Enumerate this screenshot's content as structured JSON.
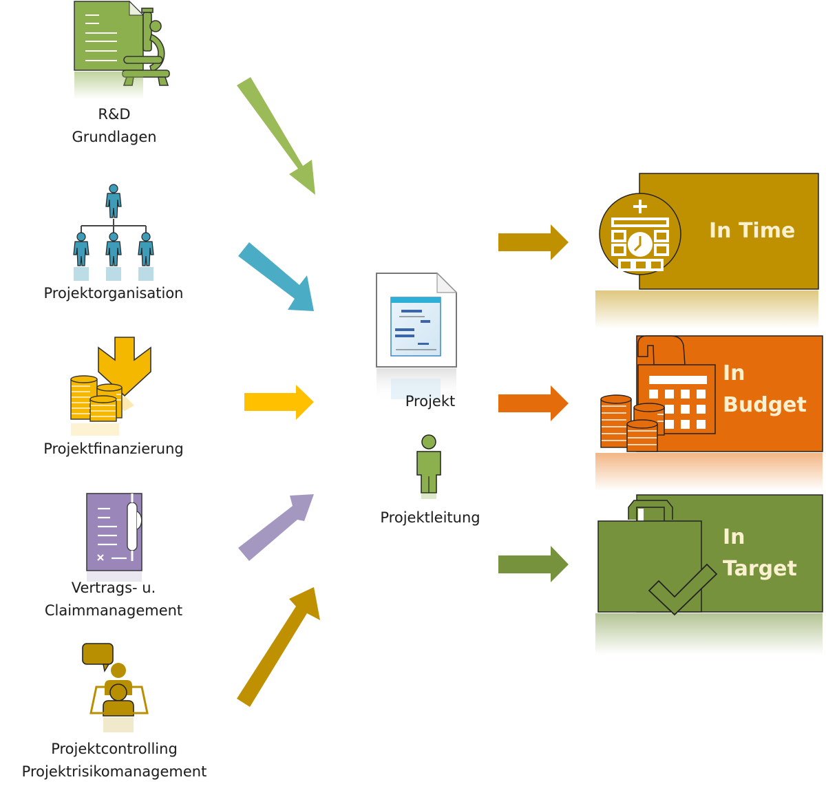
{
  "inputs": [
    {
      "id": "rd",
      "label_lines": [
        "R&D",
        "Grundlagen"
      ],
      "icon": "document-microscope-icon",
      "color": "#8db04f"
    },
    {
      "id": "org",
      "label_lines": [
        "Projektorganisation"
      ],
      "icon": "org-chart-people-icon",
      "color": "#3e9cb8"
    },
    {
      "id": "fin",
      "label_lines": [
        "Projektfinanzierung"
      ],
      "icon": "coins-down-arrow-icon",
      "color": "#f5b800"
    },
    {
      "id": "claim",
      "label_lines": [
        "Vertrags- u.",
        "Claimmanagement"
      ],
      "icon": "contract-pen-icon",
      "color": "#9a86b8"
    },
    {
      "id": "ctrl",
      "label_lines": [
        "Projektcontrolling",
        "Projektrisikomanagement"
      ],
      "icon": "meeting-speech-icon",
      "color": "#b88f00"
    }
  ],
  "arrows_in": [
    {
      "color": "#9bbb59"
    },
    {
      "color": "#4bacc6"
    },
    {
      "color": "#ffc000"
    },
    {
      "color": "#a598c0"
    },
    {
      "color": "#bf9000"
    }
  ],
  "center": {
    "project_label": "Projekt",
    "lead_label": "Projektleitung",
    "project_icon": "gantt-document-icon",
    "lead_icon": "person-icon"
  },
  "arrows_out": [
    {
      "color": "#bf9000"
    },
    {
      "color": "#e46c0a"
    },
    {
      "color": "#76923c"
    }
  ],
  "outcomes": [
    {
      "id": "time",
      "lines": [
        "In Time"
      ],
      "color": "#bf9000",
      "icon": "calendar-clock-icon"
    },
    {
      "id": "budget",
      "lines": [
        "In",
        "Budget"
      ],
      "color": "#e46c0a",
      "icon": "calculator-coins-icon"
    },
    {
      "id": "target",
      "lines": [
        "In",
        "Target"
      ],
      "color": "#76923c",
      "icon": "bag-check-icon"
    }
  ]
}
